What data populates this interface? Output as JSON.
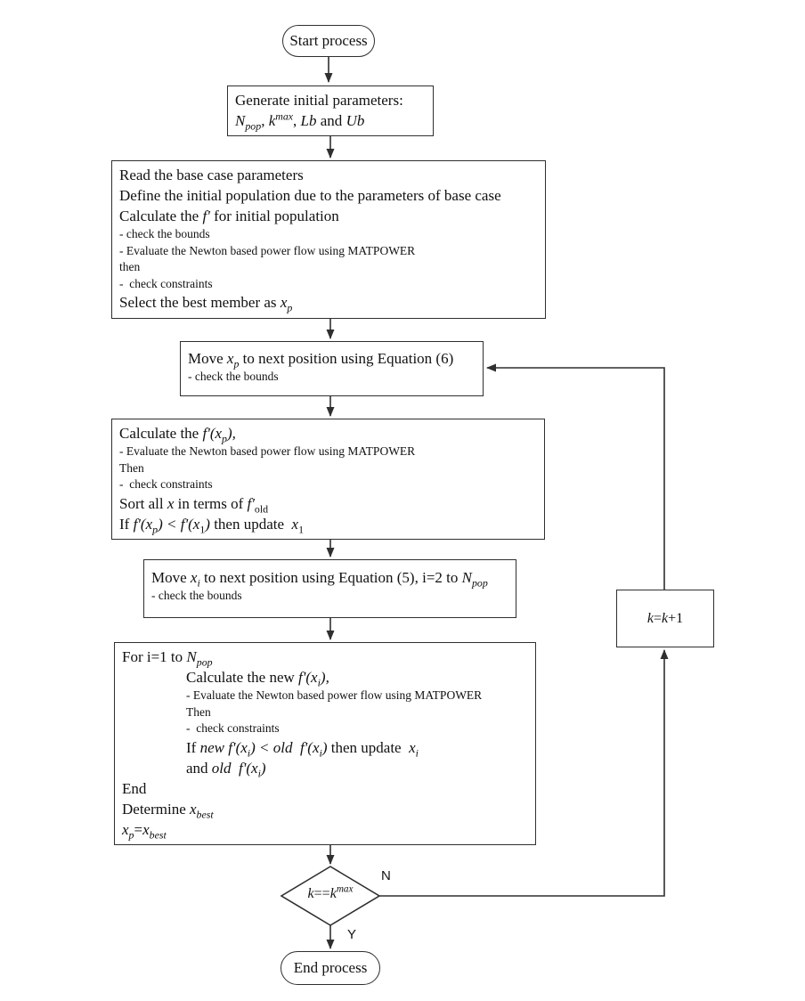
{
  "diagram": {
    "title": "Flowchart of optimization process",
    "colors": {
      "stroke": "#2f2f2f",
      "text": "#111111",
      "background": "#ffffff"
    },
    "nodes": {
      "start": {
        "type": "terminator",
        "label": "Start process"
      },
      "generate": {
        "type": "process",
        "lines": [
          {
            "text": "Generate initial parameters:",
            "size": "large",
            "indent": 0
          },
          {
            "text": "*N*_{*pop*}, *k*^{*max*}, *Lb* and *Ub*",
            "size": "large",
            "indent": 0
          }
        ]
      },
      "read_base": {
        "type": "process",
        "lines": [
          {
            "text": "Read the base case parameters",
            "size": "large",
            "indent": 0
          },
          {
            "text": "Define the initial population due to the parameters of base case",
            "size": "large",
            "indent": 0
          },
          {
            "text": "Calculate the *f'* for initial population",
            "size": "large",
            "indent": 0
          },
          {
            "text": "- check the bounds",
            "size": "small",
            "indent": 0
          },
          {
            "text": "- Evaluate the Newton based power flow using MATPOWER",
            "size": "small",
            "indent": 0
          },
          {
            "text": "then",
            "size": "small",
            "indent": 0
          },
          {
            "text": "-  check constraints",
            "size": "small",
            "indent": 0
          },
          {
            "text": "Select the best member as *x*_{*p*}",
            "size": "large",
            "indent": 0
          }
        ]
      },
      "move_xp": {
        "type": "process",
        "lines": [
          {
            "text": "Move *x*_{*p*} to next position using Equation (6)",
            "size": "large",
            "indent": 0
          },
          {
            "text": "- check the bounds",
            "size": "small",
            "indent": 0
          }
        ]
      },
      "calc_fxp": {
        "type": "process",
        "lines": [
          {
            "text": "Calculate the *f'(x*_{*p*}*),*",
            "size": "large",
            "indent": 0
          },
          {
            "text": "- Evaluate the Newton based power flow using MATPOWER",
            "size": "small",
            "indent": 0
          },
          {
            "text": "Then",
            "size": "small",
            "indent": 0
          },
          {
            "text": "-  check constraints",
            "size": "small",
            "indent": 0
          },
          {
            "text": "Sort all *x* in terms of *f'*_{old}",
            "size": "large",
            "indent": 0
          },
          {
            "text": "If *f'(x*_{*p*}*) < f'(x*_{1}*)* then update  *x*_{1}",
            "size": "large",
            "indent": 0
          }
        ]
      },
      "move_xi": {
        "type": "process",
        "lines": [
          {
            "text": "Move *x*_{*i*} to next position using Equation (5), i=2 to *N*_{*pop*}",
            "size": "large",
            "indent": 0
          },
          {
            "text": "- check the bounds",
            "size": "small",
            "indent": 0
          }
        ]
      },
      "for_loop": {
        "type": "process",
        "lines": [
          {
            "text": "For i=1 to *N*_{*pop*}",
            "size": "large",
            "indent": 0
          },
          {
            "text": "Calculate the new *f'(x*_{*i*}*),*",
            "size": "large",
            "indent": 1
          },
          {
            "text": "- Evaluate the Newton based power flow using MATPOWER",
            "size": "small",
            "indent": 1
          },
          {
            "text": "Then",
            "size": "small",
            "indent": 1
          },
          {
            "text": "-  check constraints",
            "size": "small",
            "indent": 1
          },
          {
            "text": "If *new f'(x*_{*i*}*) < old  f'(x*_{*i*}*)* then update  *x*_{*i*}",
            "size": "large",
            "indent": 1
          },
          {
            "text": "and *old  f'(x*_{*i*}*)*",
            "size": "large",
            "indent": 1
          },
          {
            "text": "End",
            "size": "large",
            "indent": 0
          },
          {
            "text": "Determine *x*_{*best*}",
            "size": "large",
            "indent": 0
          },
          {
            "text": "*x*_{*p*}=*x*_{*best*}",
            "size": "large",
            "indent": 0
          }
        ]
      },
      "k_increment": {
        "type": "process",
        "label": "*k*=*k*+1"
      },
      "decision": {
        "type": "decision",
        "label": "*k*==*k*^{*max*}"
      },
      "end": {
        "type": "terminator",
        "label": "End process"
      }
    },
    "edge_labels": {
      "no": "N",
      "yes": "Y"
    }
  }
}
